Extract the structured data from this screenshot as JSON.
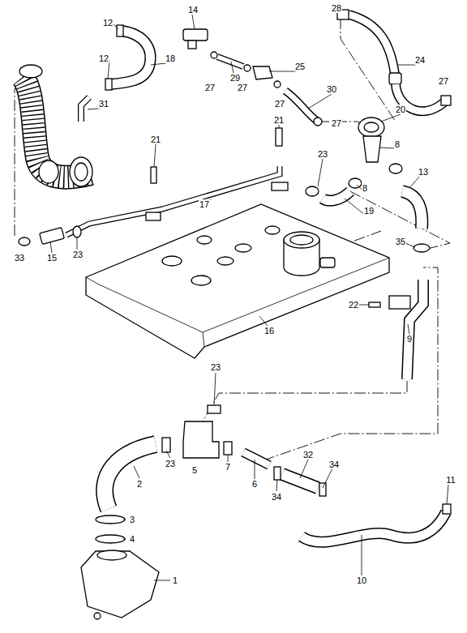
{
  "diagram": {
    "labels": [
      "14",
      "28",
      "12",
      "12",
      "18",
      "24",
      "25",
      "27",
      "29",
      "27",
      "27",
      "30",
      "27",
      "27",
      "31",
      "20",
      "21",
      "21",
      "8",
      "23",
      "13",
      "8",
      "17",
      "19",
      "33",
      "15",
      "23",
      "35",
      "16",
      "22",
      "9",
      "23",
      "23",
      "5",
      "32",
      "34",
      "34",
      "7",
      "6",
      "2",
      "11",
      "3",
      "4",
      "10",
      "1"
    ]
  }
}
